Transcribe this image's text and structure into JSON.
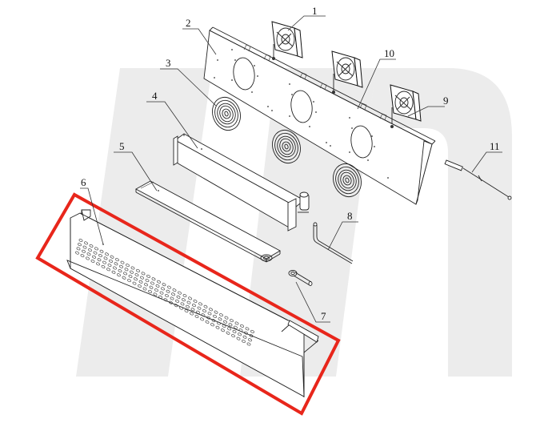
{
  "diagram": {
    "type": "exploded-parts-view",
    "subject": "evaporator / fan assembly",
    "watermark": "stylized logo (light gray, background)",
    "highlight": {
      "part": "6",
      "color": "#e8261b",
      "shape": "rotated-rectangle"
    },
    "callouts": [
      {
        "id": "1",
        "label": "1",
        "part": "axial fan (left)"
      },
      {
        "id": "2",
        "label": "2",
        "part": "fan mounting panel with three circular openings"
      },
      {
        "id": "3",
        "label": "3",
        "part": "spiral fan guard (grille)"
      },
      {
        "id": "4",
        "label": "4",
        "part": "evaporator coil box"
      },
      {
        "id": "5",
        "label": "5",
        "part": "drip tray"
      },
      {
        "id": "6",
        "label": "6",
        "part": "perforated front cover panel"
      },
      {
        "id": "7",
        "label": "7",
        "part": "drain fitting"
      },
      {
        "id": "8",
        "label": "8",
        "part": "bent drain tube"
      },
      {
        "id": "9",
        "label": "9",
        "part": "axial fan (right)"
      },
      {
        "id": "10",
        "label": "10",
        "part": "axial fan (center)"
      },
      {
        "id": "11",
        "label": "11",
        "part": "temperature sensor probe"
      }
    ]
  }
}
